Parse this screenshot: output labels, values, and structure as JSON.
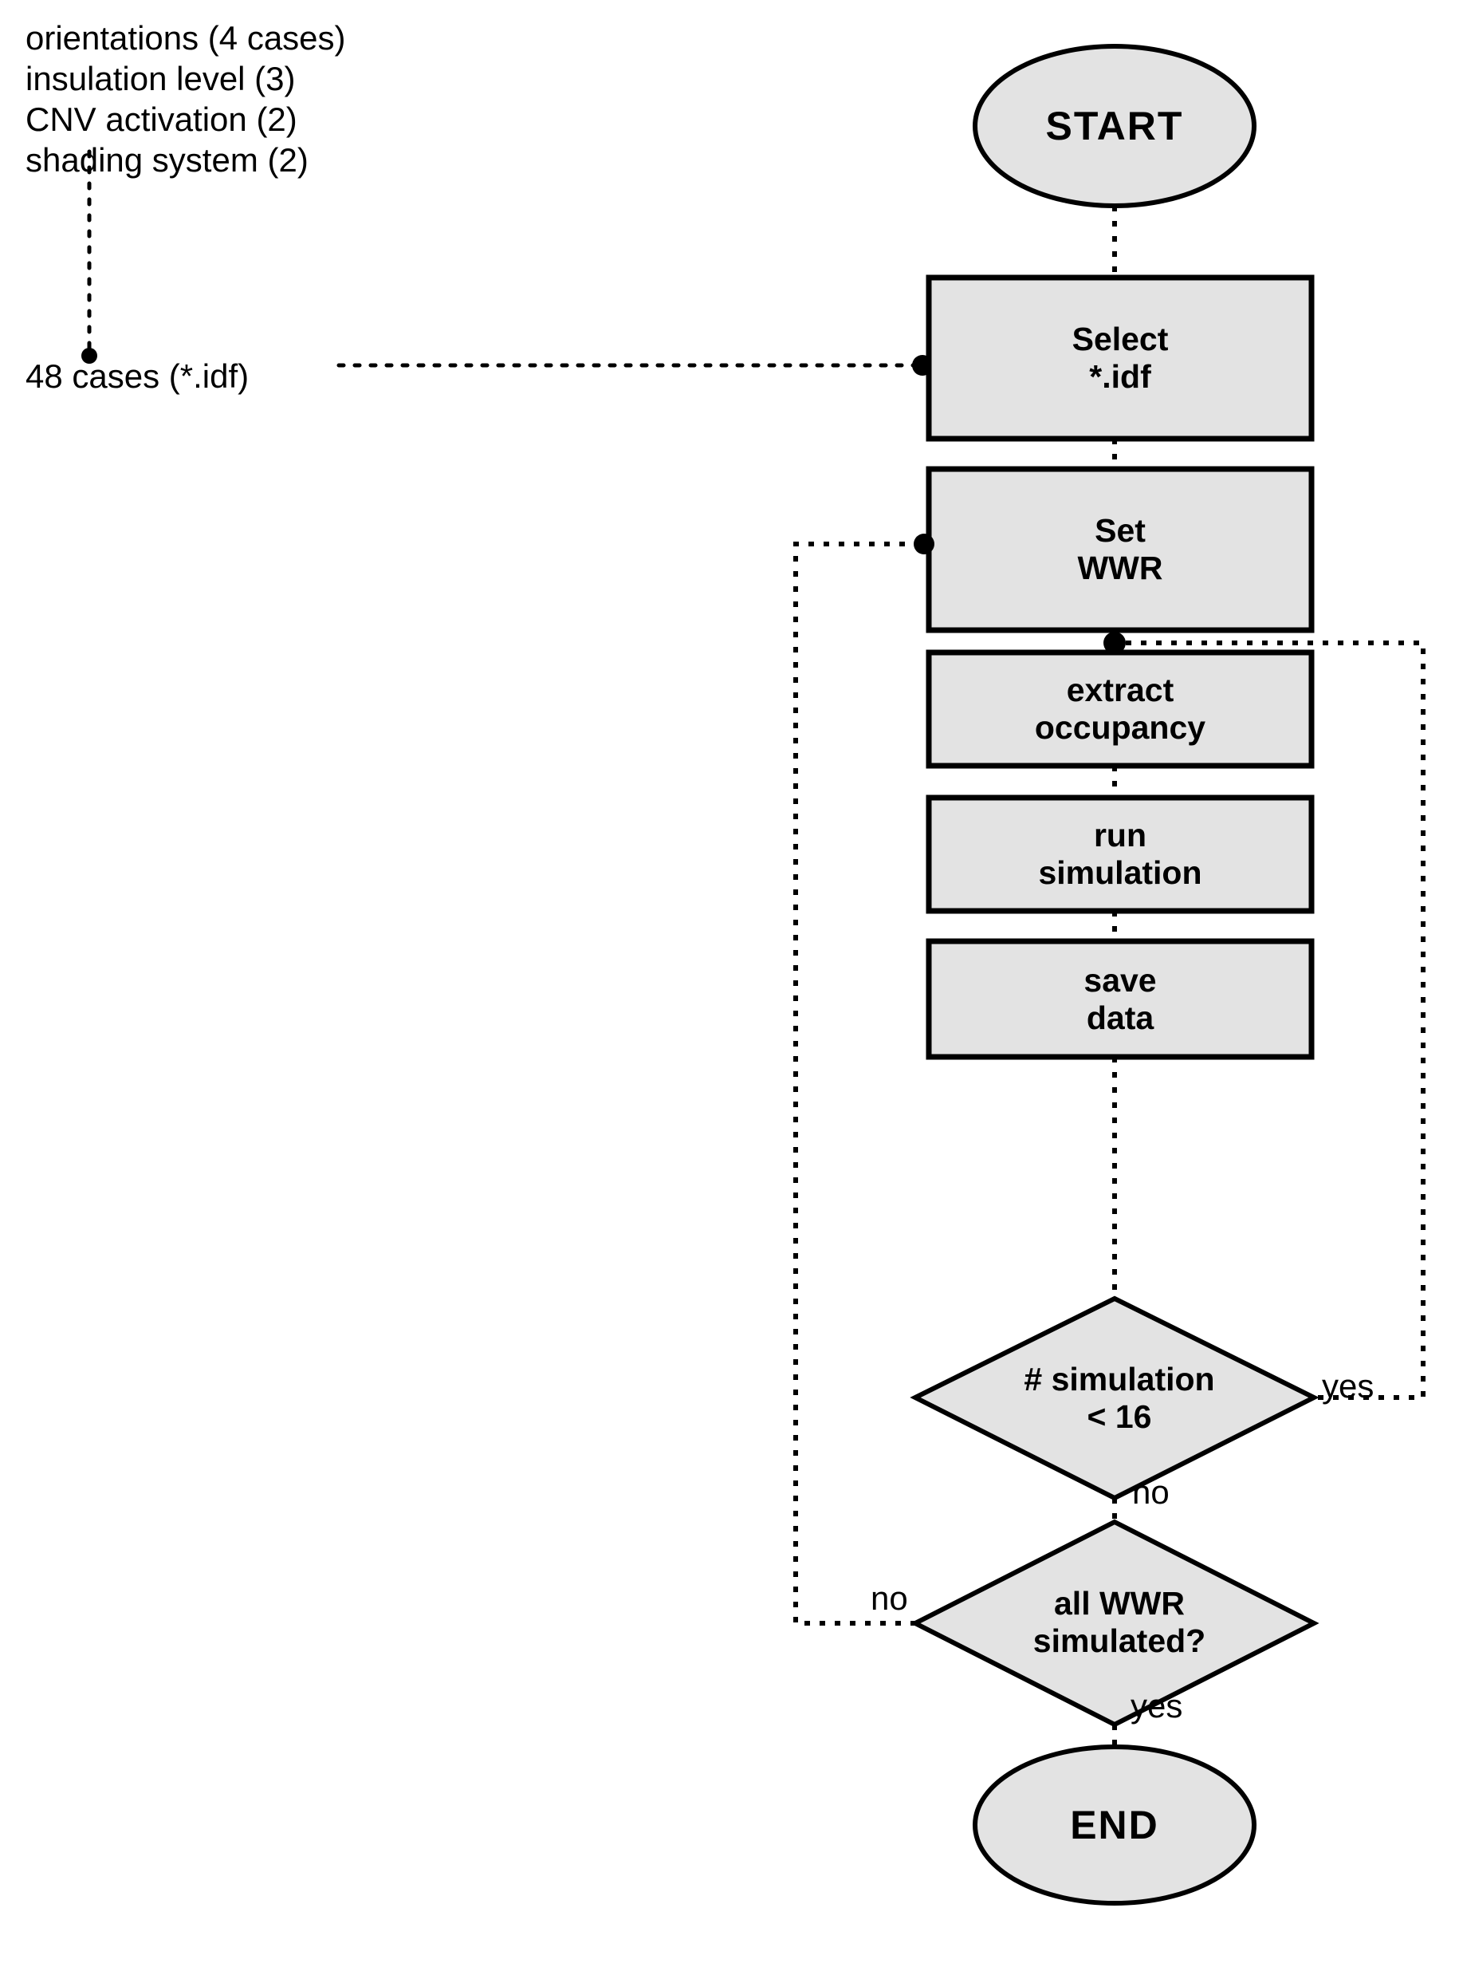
{
  "diagram": {
    "title": "Parametric simulation workflow flowchart",
    "colors": {
      "node_fill": "#e3e3e3",
      "node_stroke": "#000000",
      "connector": "#000000",
      "background": "#ffffff"
    },
    "parameters": {
      "lines": [
        "orientations (4 cases)",
        "insulation level (3)",
        "CNV activation (2)",
        "shading system (2)"
      ],
      "total_label": "48 cases (*.idf)"
    },
    "nodes": {
      "start": {
        "label": "START",
        "shape": "ellipse"
      },
      "select_idf": {
        "line1": "Select",
        "line2": "*.idf",
        "shape": "process"
      },
      "set_wwr": {
        "line1": "Set",
        "line2": "WWR",
        "shape": "process"
      },
      "extract_occupancy": {
        "line1": "extract",
        "line2": "occupancy",
        "shape": "process"
      },
      "run_simulation": {
        "line1": "run",
        "line2": "simulation",
        "shape": "process"
      },
      "save_data": {
        "line1": "save",
        "line2": "data",
        "shape": "process"
      },
      "decision_sim_count": {
        "line1": "# simulation",
        "line2": "< 16",
        "shape": "decision"
      },
      "decision_all_wwr": {
        "line1": "all WWR",
        "line2": "simulated?",
        "shape": "decision"
      },
      "end": {
        "label": "END",
        "shape": "ellipse"
      }
    },
    "edge_labels": {
      "sim_count_yes": "yes",
      "sim_count_no": "no",
      "all_wwr_no": "no",
      "all_wwr_yes": "yes"
    }
  }
}
